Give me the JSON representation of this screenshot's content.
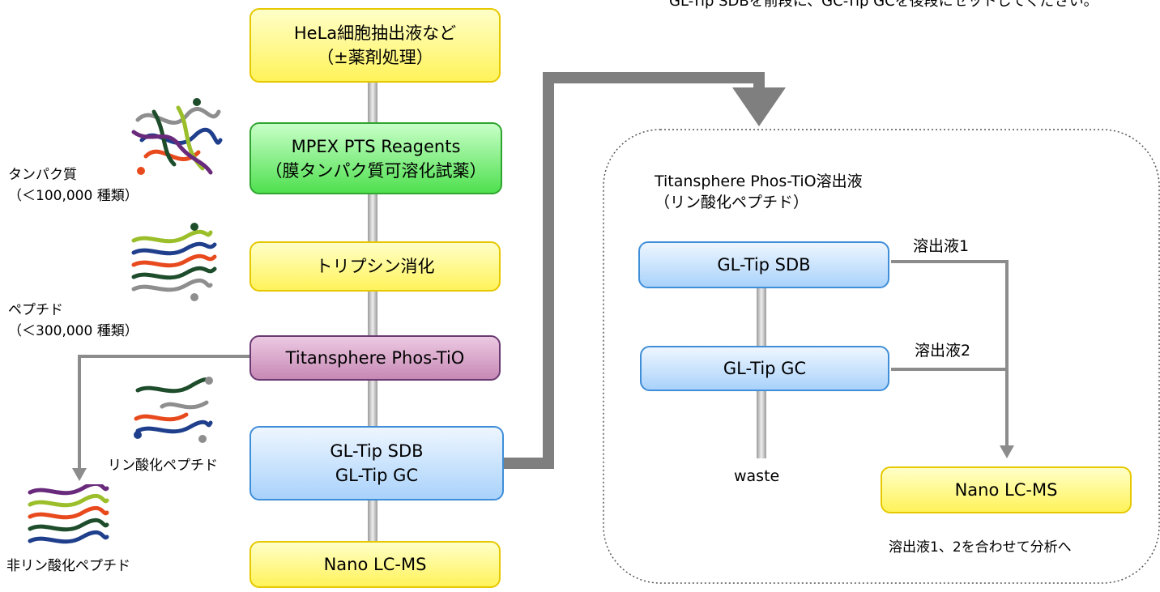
{
  "top_note": "GL-Tip SDBを前段に、GC-Tip GCを後段にセットしてください。",
  "flow": {
    "step1": [
      "HeLa細胞抽出液など",
      "（±薬剤処理）"
    ],
    "step2": [
      "MPEX PTS Reagents",
      "（膜タンパク質可溶化試薬）"
    ],
    "step3": "トリプシン消化",
    "step4": "Titansphere Phos-TiO",
    "step5": [
      "GL-Tip SDB",
      "GL-Tip GC"
    ],
    "step6": "Nano LC-MS"
  },
  "molecules": {
    "proteins": [
      "タンパク質",
      "（＜100,000 種類）"
    ],
    "peptides": [
      "ペプチド",
      "（＜300,000 種類）"
    ],
    "phospho": "リン酸化ペプチド",
    "nonphospho": "非リン酸化ペプチド"
  },
  "detail": {
    "title": [
      "Titansphere Phos-TiO溶出液",
      "（リン酸化ペプチド）"
    ],
    "sdb": "GL-Tip SDB",
    "gc": "GL-Tip GC",
    "eluate1": "溶出液1",
    "eluate2": "溶出液2",
    "waste": "waste",
    "lcms": "Nano LC-MS",
    "note": "溶出液1、2を合わせて分析へ"
  }
}
